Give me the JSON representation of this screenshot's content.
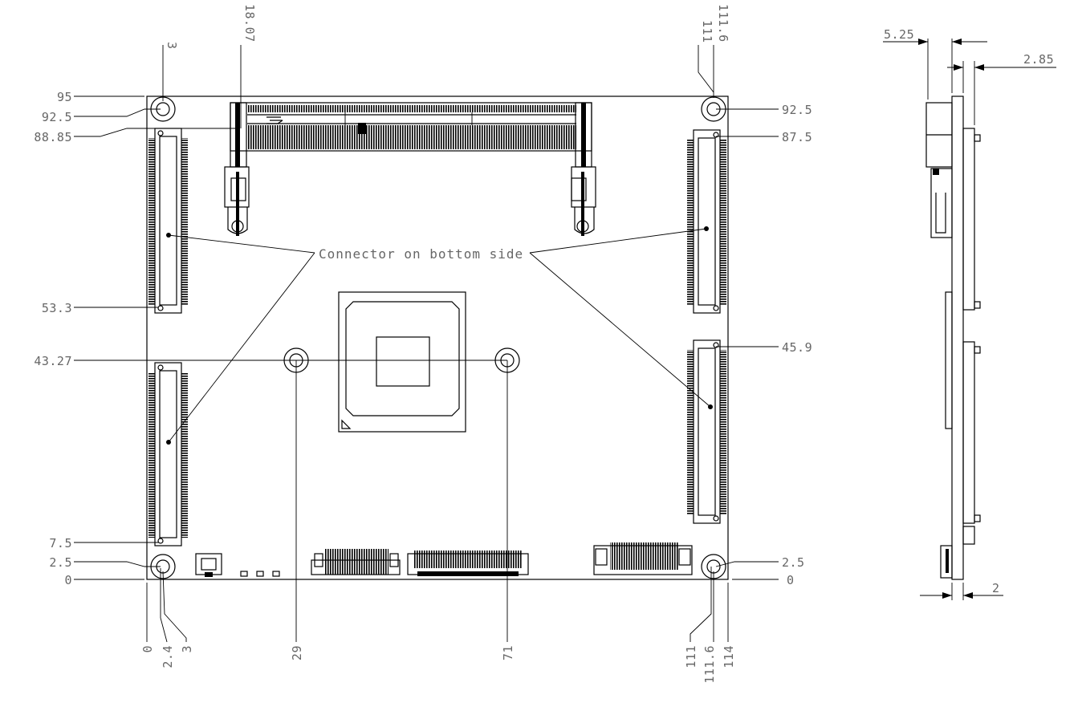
{
  "annotation": "Connector on bottom side",
  "left_dims": [
    "95",
    "92.5",
    "88.85",
    "53.3",
    "43.27",
    "7.5",
    "2.5",
    "0"
  ],
  "right_dims": [
    "92.5",
    "87.5",
    "45.9",
    "2.5",
    "0"
  ],
  "top_dims": [
    "3",
    "18.07",
    "111",
    "111.6"
  ],
  "bottom_dims": [
    "0",
    "2.4",
    "3",
    "29",
    "71",
    "111",
    "111.6",
    "114"
  ],
  "side_dims": [
    "5.25",
    "2.85",
    "2"
  ]
}
